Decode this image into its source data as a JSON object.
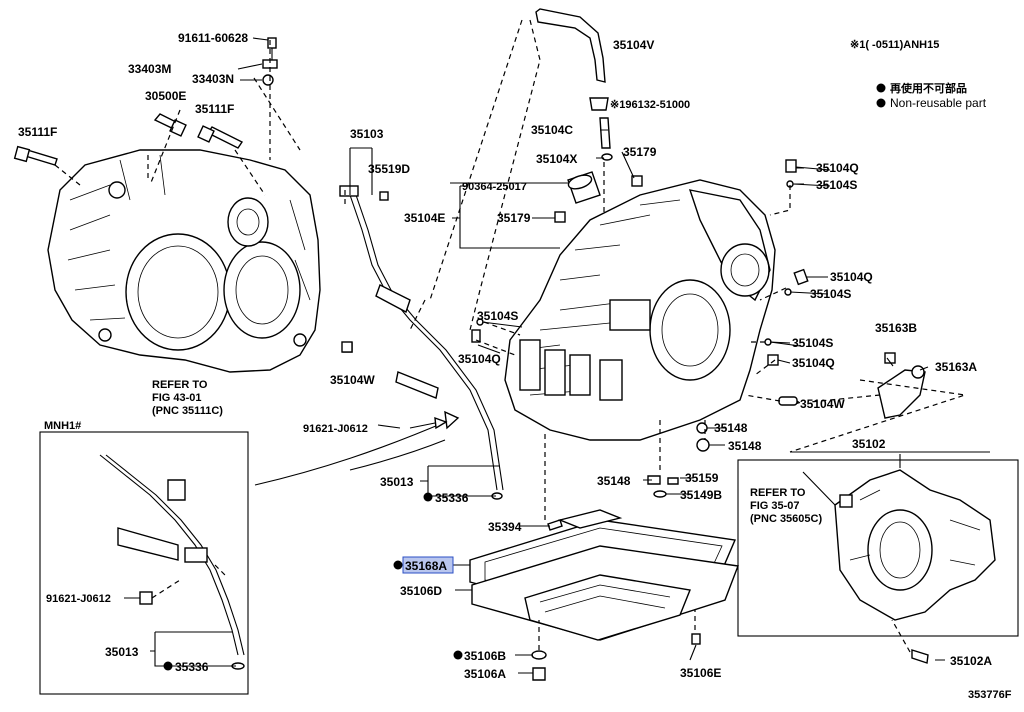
{
  "diagram": {
    "figure_number": "353776F",
    "note_header": "※1(     -0511)ANH15",
    "legend": {
      "non_reusable_jp": "再使用不可部品",
      "non_reusable_en": "Non-reusable part",
      "bullet_icon": "filled-circle-icon"
    },
    "inset_left_title": "MNH1#",
    "refer_left": [
      "REFER TO",
      "FIG 43-01",
      "(PNC 35111C)"
    ],
    "refer_right": [
      "REFER TO",
      "FIG 35-07",
      "(PNC 35605C)"
    ],
    "highlight_color": "#b9c6ee",
    "labels": {
      "p91611_60628": "91611-60628",
      "p33403M": "33403M",
      "p33403N": "33403N",
      "p30500E": "30500E",
      "p35111F_a": "35111F",
      "p35111F_b": "35111F",
      "p35103": "35103",
      "p35519D": "35519D",
      "p35104V": "35104V",
      "p196132": "※196132-51000",
      "p35104C": "35104C",
      "p35104X": "35104X",
      "p35179_a": "35179",
      "p90364": "90364-25017",
      "p35104E": "35104E",
      "p35179_b": "35179",
      "p35104Q_a": "35104Q",
      "p35104S_a": "35104S",
      "p35104Q_b": "35104Q",
      "p35104S_b": "35104S",
      "p35104S_c": "35104S",
      "p35104Q_c": "35104Q",
      "p35104S_d": "35104S",
      "p35104Q_d": "35104Q",
      "p35104W_a": "35104W",
      "p35104W_b": "35104W",
      "p35163B": "35163B",
      "p35163A": "35163A",
      "p91621_a": "91621-J0612",
      "p35148_a": "35148",
      "p35148_b": "35148",
      "p35148_c": "35148",
      "p35159": "35159",
      "p35149B": "35149B",
      "p35013_a": "35013",
      "p35336_a": "35336",
      "p35394": "35394",
      "p35102": "35102",
      "p35168A": "35168A",
      "p35106D": "35106D",
      "p35106B": "35106B",
      "p35106A": "35106A",
      "p35106E": "35106E",
      "p35102A": "35102A",
      "p91621_b": "91621-J0612",
      "p35013_b": "35013",
      "p35336_b": "35336"
    }
  }
}
